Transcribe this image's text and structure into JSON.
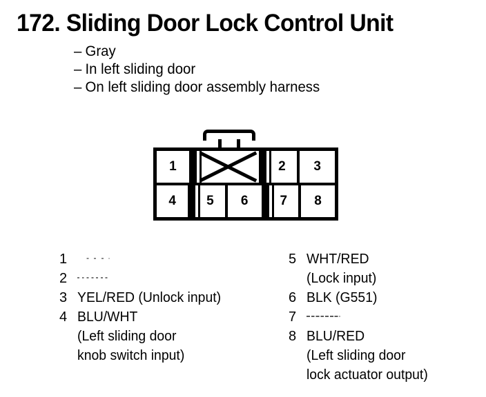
{
  "title": "172. Sliding Door Lock Control Unit",
  "subtitles": [
    {
      "dash": "–",
      "text": "Gray"
    },
    {
      "dash": "–",
      "text": "In left sliding door"
    },
    {
      "dash": "–",
      "text": "On left sliding door assembly harness"
    }
  ],
  "connector": {
    "latch": "latch-tab",
    "rows": [
      {
        "name": "top-row",
        "cells": [
          {
            "label": "1",
            "type": "pin",
            "width": "w1"
          },
          {
            "label": "",
            "type": "crossed",
            "width": "wide"
          },
          {
            "label": "2",
            "type": "pin",
            "width": "w2"
          },
          {
            "label": "3",
            "type": "pin",
            "width": "w2"
          }
        ]
      },
      {
        "name": "bottom-row",
        "cells": [
          {
            "label": "4",
            "type": "pin",
            "width": "w1"
          },
          {
            "label": "5",
            "type": "pin",
            "width": "w2"
          },
          {
            "label": "6",
            "type": "pin",
            "width": "w2"
          },
          {
            "label": "7",
            "type": "pin",
            "width": "w2"
          },
          {
            "label": "8",
            "type": "pin",
            "width": "w2"
          }
        ]
      }
    ]
  },
  "legend": {
    "left": [
      {
        "num": "1",
        "wire": "",
        "unused": true,
        "mark": "short",
        "sub": []
      },
      {
        "num": "2",
        "wire": "",
        "unused": true,
        "mark": "dots",
        "sub": []
      },
      {
        "num": "3",
        "wire": "YEL/RED (Unlock input)",
        "unused": false,
        "sub": []
      },
      {
        "num": "4",
        "wire": "BLU/WHT",
        "unused": false,
        "sub": [
          "(Left sliding door",
          "knob switch input)"
        ]
      }
    ],
    "right": [
      {
        "num": "5",
        "wire": "WHT/RED",
        "unused": false,
        "sub": [
          "(Lock input)"
        ]
      },
      {
        "num": "6",
        "wire": "BLK (G551)",
        "unused": false,
        "sub": []
      },
      {
        "num": "7",
        "wire": "",
        "unused": true,
        "mark": "line",
        "sub": []
      },
      {
        "num": "8",
        "wire": "BLU/RED",
        "unused": false,
        "sub": [
          "(Left sliding door",
          "lock actuator output)"
        ]
      }
    ]
  }
}
